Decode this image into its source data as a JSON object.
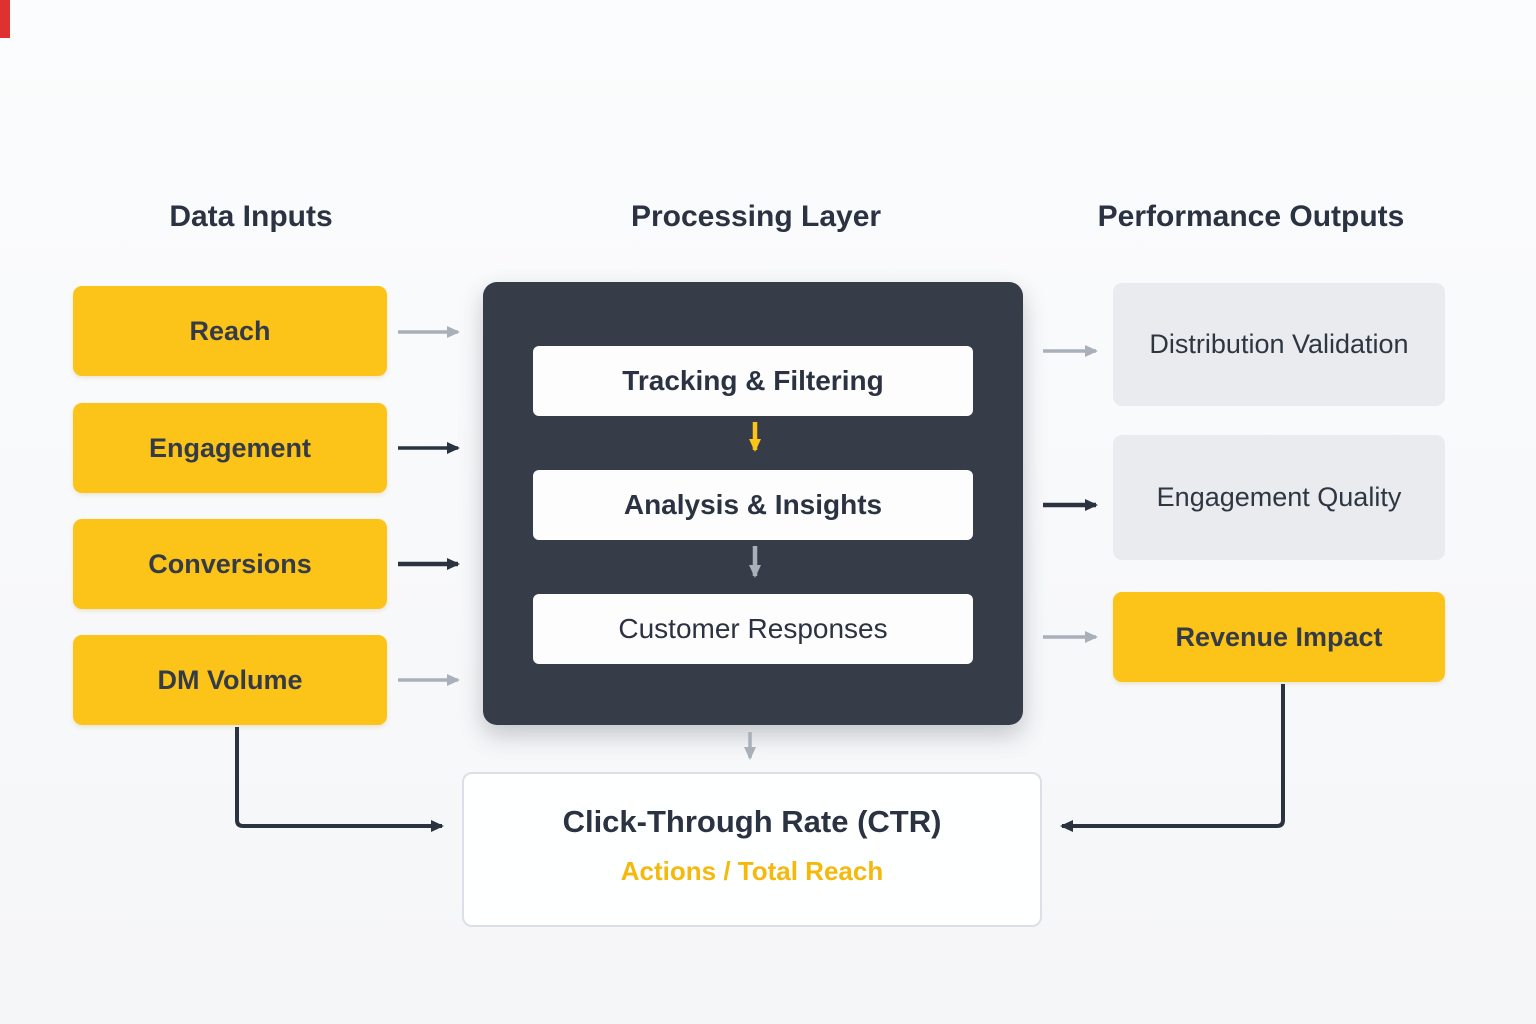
{
  "headings": {
    "inputs": "Data Inputs",
    "processing": "Processing Layer",
    "outputs": "Performance Outputs"
  },
  "inputs": {
    "items": [
      {
        "label": "Reach"
      },
      {
        "label": "Engagement"
      },
      {
        "label": "Conversions"
      },
      {
        "label": "DM Volume"
      }
    ]
  },
  "processing": {
    "steps": [
      {
        "label": "Tracking & Filtering"
      },
      {
        "label": "Analysis & Insights"
      },
      {
        "label": "Customer Responses"
      }
    ]
  },
  "outputs": {
    "items": [
      {
        "label": "Distribution Validation"
      },
      {
        "label": "Engagement Quality"
      },
      {
        "label": "Revenue Impact"
      }
    ]
  },
  "ctr": {
    "title": "Click-Through Rate (CTR)",
    "formula": "Actions / Total Reach"
  },
  "colors": {
    "accent_yellow": "#fcc419",
    "dark_panel": "#363c48",
    "arrow_gray": "#a9b0ba",
    "arrow_dark": "#2b3340",
    "output_gray": "#e9ebef"
  }
}
